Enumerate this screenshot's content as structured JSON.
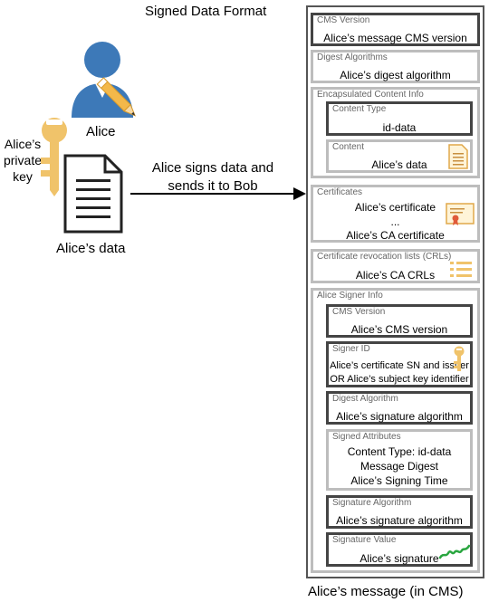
{
  "title": "Signed Data Format",
  "alice": {
    "name": "Alice",
    "private_key_lines": [
      "Alice’s",
      "private",
      "key"
    ],
    "data_label": "Alice’s  data"
  },
  "arrow": {
    "label_lines": [
      "Alice signs data and",
      "sends it to Bob"
    ]
  },
  "footer": "Alice’s message (in CMS)",
  "cms": {
    "version": {
      "label": "CMS Version",
      "value": "Alice’s message CMS version"
    },
    "digest_algorithms": {
      "label": "Digest Algorithms",
      "value": "Alice’s digest algorithm"
    },
    "encapsulated": {
      "label": "Encapsulated Content Info",
      "content_type": {
        "label": "Content Type",
        "value": "id-data"
      },
      "content": {
        "label": "Content",
        "value": "Alice’s data"
      }
    },
    "certificates": {
      "label": "Certificates",
      "lines": [
        "Alice’s certificate",
        "...",
        "Alice’s CA certificate"
      ]
    },
    "crls": {
      "label": "Certificate revocation lists (CRLs)",
      "value": "Alice’s CA CRLs"
    },
    "signer_info": {
      "label": "Alice Signer Info",
      "cms_version": {
        "label": "CMS Version",
        "value": "Alice’s CMS version"
      },
      "signer_id": {
        "label": "Signer ID",
        "lines": [
          "Alice’s certificate SN and issuer",
          "OR Alice’s subject key identifier"
        ]
      },
      "digest_algorithm": {
        "label": "Digest Algorithm",
        "value": "Alice’s signature algorithm"
      },
      "signed_attributes": {
        "label": "Signed Attributes",
        "lines": [
          "Content Type: id-data",
          "Message Digest",
          "Alice’s Signing Time"
        ]
      },
      "signature_algorithm": {
        "label": "Signature Algorithm",
        "value": "Alice’s signature algorithm"
      },
      "signature_value": {
        "label": "Signature Value",
        "value": "Alice’s signature"
      }
    }
  },
  "colors": {
    "user_blue": "#3d79b8",
    "key_gold": "#f0c36a",
    "pencil": "#f3b84a",
    "signature_green": "#2aa640",
    "document_outline": "#222222"
  }
}
